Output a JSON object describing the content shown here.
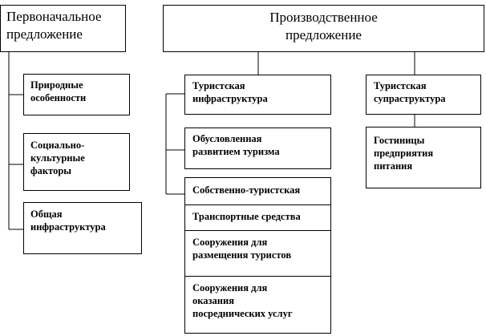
{
  "diagram": {
    "initial_offer": {
      "title": "Первоначальное\nпредложение",
      "items": [
        "Природные\nособенности",
        "Социально-\nкультурные\nфакторы",
        "Общая\nинфраструктура"
      ]
    },
    "production_offer": {
      "title": "Производственное\nпредложение",
      "infrastructure": "Туристская\nинфраструктура",
      "infra_items": [
        "Обусловленная\nразвитием туризма",
        "Собственно-туристская",
        "Транспортные средства",
        "Сооружения для\nразмещения туристов",
        "Сооружения для\nоказания\nпосреднических услуг"
      ],
      "superstructure": "Туристская\nсупраструктура",
      "super_items": [
        "Гостиницы\nпредприятия\nпитания"
      ]
    }
  }
}
